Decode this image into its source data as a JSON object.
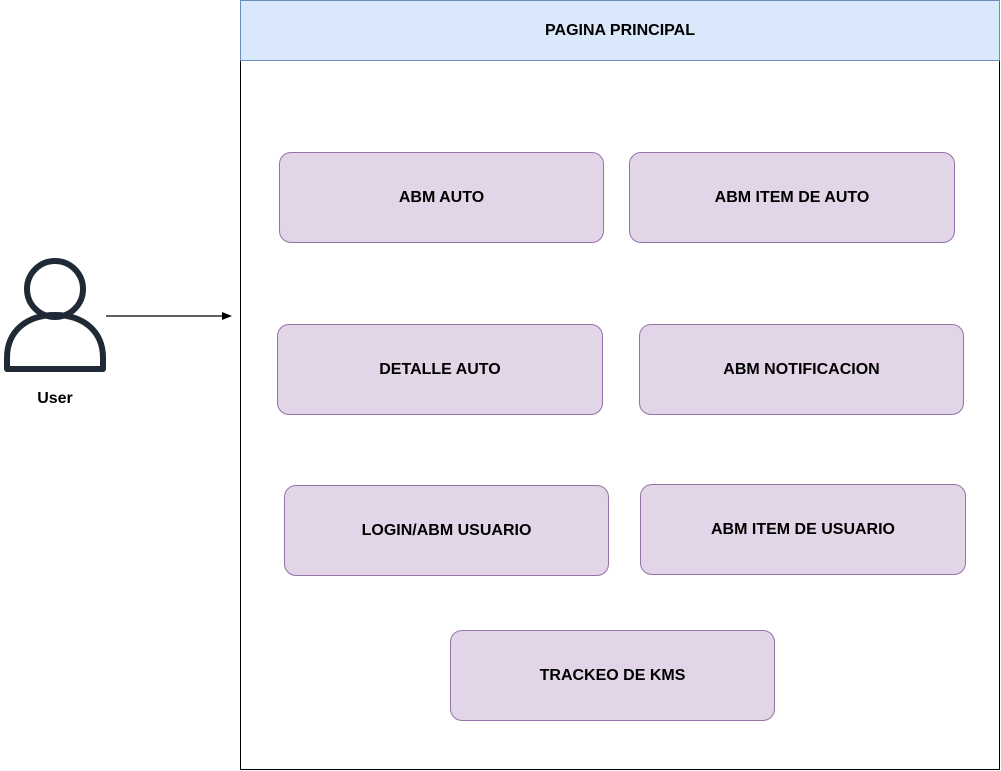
{
  "colors": {
    "header_fill": "#dae8fc",
    "header_border": "#6c8ebf",
    "box_fill": "#e1d5e7",
    "box_border": "#9673a6",
    "actor_stroke": "#1f2a36",
    "line": "#000000"
  },
  "header": {
    "title": "PAGINA PRINCIPAL"
  },
  "actor": {
    "label": "User",
    "icon": "user-icon"
  },
  "modules": [
    {
      "label": "ABM AUTO"
    },
    {
      "label": "ABM ITEM DE AUTO"
    },
    {
      "label": "DETALLE AUTO"
    },
    {
      "label": "ABM NOTIFICACION"
    },
    {
      "label": "LOGIN/ABM USUARIO"
    },
    {
      "label": "ABM ITEM DE USUARIO"
    },
    {
      "label": "TRACKEO DE KMS"
    }
  ]
}
